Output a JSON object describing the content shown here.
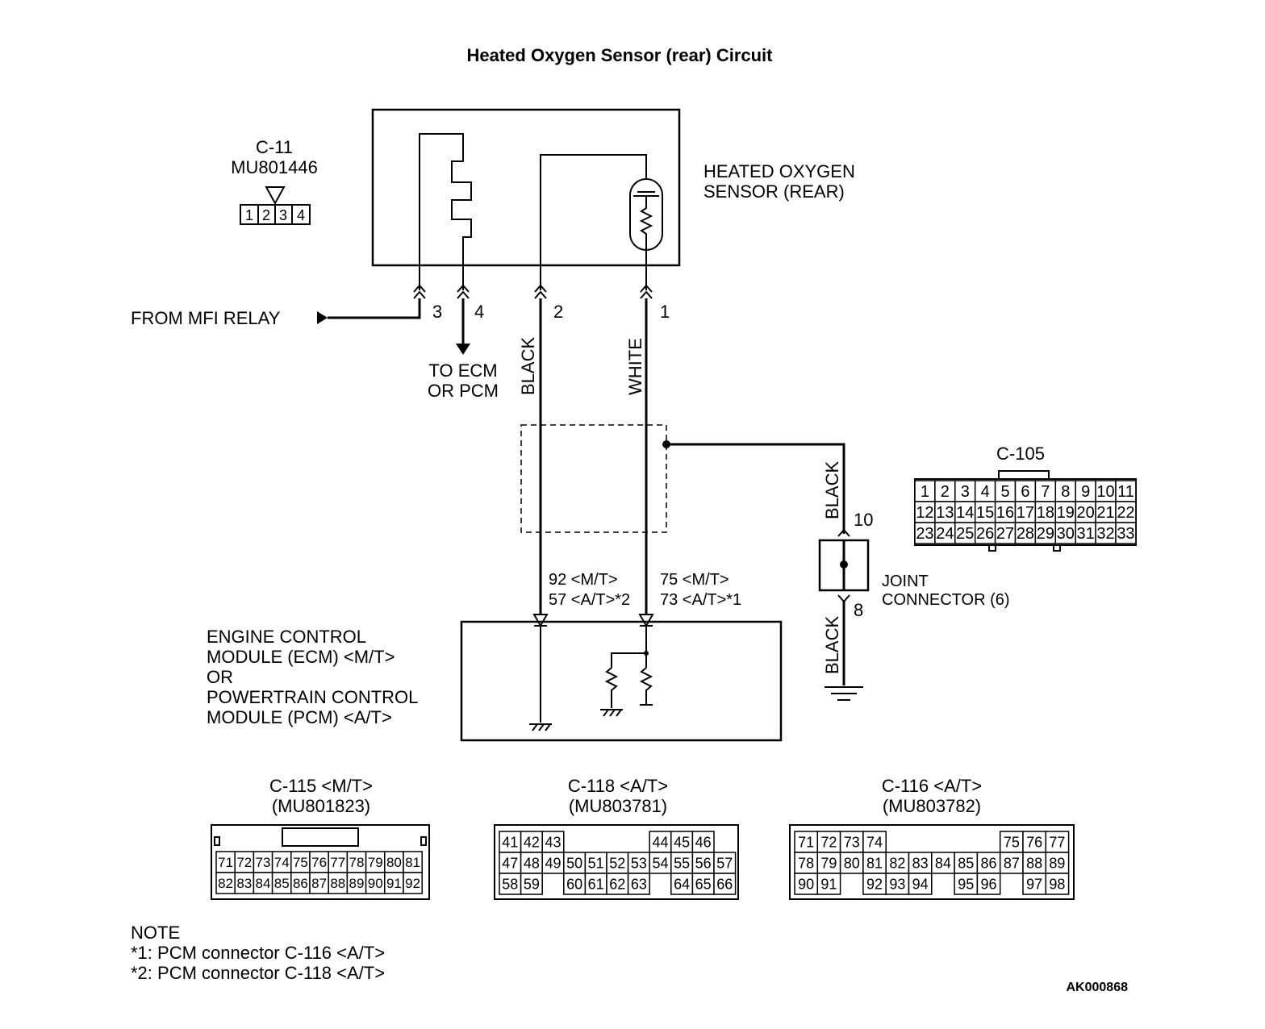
{
  "title": "Heated Oxygen Sensor (rear) Circuit",
  "sensor_connector": {
    "id": "C-11",
    "part": "MU801446",
    "pins": [
      "1",
      "2",
      "3",
      "4"
    ]
  },
  "sensor_label": [
    "HEATED OXYGEN",
    "SENSOR (REAR)"
  ],
  "from_relay": "FROM MFI RELAY",
  "to_ecm": [
    "TO ECM",
    "OR PCM"
  ],
  "pin_numbers": {
    "p3": "3",
    "p4": "4",
    "p2": "2",
    "p1": "1",
    "j10": "10",
    "j8": "8"
  },
  "wire_colors": {
    "black": "BLACK",
    "white": "WHITE"
  },
  "ecm_pins": {
    "left": [
      "92 <M/T>",
      "57 <A/T>*2"
    ],
    "right": [
      "75 <M/T>",
      "73 <A/T>*1"
    ]
  },
  "ecm_label": [
    "ENGINE CONTROL",
    "MODULE (ECM) <M/T>",
    "OR",
    "POWERTRAIN CONTROL",
    "MODULE (PCM) <A/T>"
  ],
  "joint_connector": [
    "JOINT",
    "CONNECTOR (6)"
  ],
  "c105": {
    "id": "C-105",
    "rows": [
      [
        "1",
        "2",
        "3",
        "4",
        "5",
        "6",
        "7",
        "8",
        "9",
        "10",
        "11"
      ],
      [
        "12",
        "13",
        "14",
        "15",
        "16",
        "17",
        "18",
        "19",
        "20",
        "21",
        "22"
      ],
      [
        "23",
        "24",
        "25",
        "26",
        "27",
        "28",
        "29",
        "30",
        "31",
        "32",
        "33"
      ]
    ]
  },
  "c115": {
    "title": "C-115 <M/T>",
    "part": "(MU801823)",
    "rows": [
      [
        "71",
        "72",
        "73",
        "74",
        "75",
        "76",
        "77",
        "78",
        "79",
        "80",
        "81"
      ],
      [
        "82",
        "83",
        "84",
        "85",
        "86",
        "87",
        "88",
        "89",
        "90",
        "91",
        "92"
      ]
    ]
  },
  "c118": {
    "title": "C-118 <A/T>",
    "part": "(MU803781)",
    "rows": [
      [
        "41",
        "42",
        "43",
        "",
        "",
        "",
        "",
        "44",
        "45",
        "46"
      ],
      [
        "47",
        "48",
        "49",
        "50",
        "51",
        "52",
        "53",
        "54",
        "55",
        "56",
        "57"
      ],
      [
        "58",
        "59",
        "",
        "60",
        "61",
        "62",
        "63",
        "",
        "64",
        "65",
        "66"
      ]
    ]
  },
  "c116": {
    "title": "C-116 <A/T>",
    "part": "(MU803782)",
    "rows": [
      [
        "71",
        "72",
        "73",
        "74",
        "",
        "",
        "",
        "",
        "",
        "75",
        "76",
        "77"
      ],
      [
        "78",
        "79",
        "80",
        "81",
        "82",
        "83",
        "84",
        "85",
        "86",
        "87",
        "88",
        "89"
      ],
      [
        "90",
        "91",
        "",
        "92",
        "93",
        "94",
        "",
        "95",
        "96",
        "",
        "97",
        "98"
      ]
    ]
  },
  "notes": [
    "NOTE",
    "*1: PCM connector C-116 <A/T>",
    "*2: PCM connector C-118 <A/T>"
  ],
  "figure_code": "AK000868"
}
